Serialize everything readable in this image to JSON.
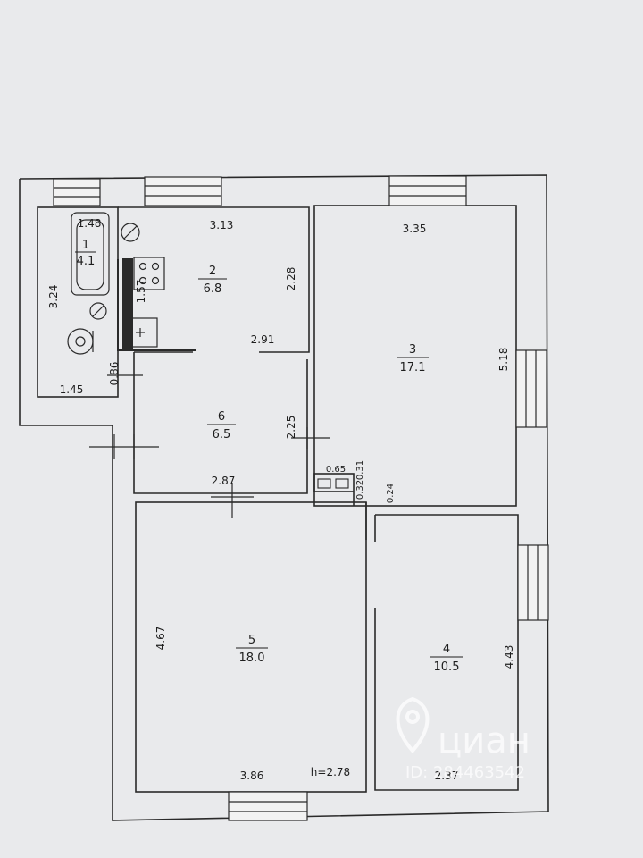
{
  "rooms": [
    {
      "id": "1",
      "area": "4.1"
    },
    {
      "id": "2",
      "area": "6.8"
    },
    {
      "id": "3",
      "area": "17.1"
    },
    {
      "id": "4",
      "area": "10.5"
    },
    {
      "id": "5",
      "area": "18.0"
    },
    {
      "id": "6",
      "area": "6.5"
    }
  ],
  "dimensions": {
    "bath_top": "1.48",
    "bath_side": "3.24",
    "bath_bottom": "1.45",
    "bath_small": "0.86",
    "kitchen_top": "3.13",
    "kitchen_right": "2.28",
    "kitchen_left": "1.57",
    "kitchen_bottom": "2.91",
    "room3_top": "3.35",
    "room3_right": "5.18",
    "hall_side": "2.25",
    "hall_bottom": "2.87",
    "closet_w": "0.65",
    "closet_h": "0.31",
    "closet_d": "0.32",
    "closet_x": "0.24",
    "room5_left": "4.67",
    "room5_bottom": "3.86",
    "ceiling_height": "h=2.78",
    "room4_right": "4.43",
    "room4_bottom": "2.37"
  },
  "watermark": {
    "brand": "циан",
    "id_text": "ID: 284463542"
  },
  "colors": {
    "background": "#e9eaec",
    "walls": "#2a2a2a",
    "watermark": "#ffffff"
  }
}
